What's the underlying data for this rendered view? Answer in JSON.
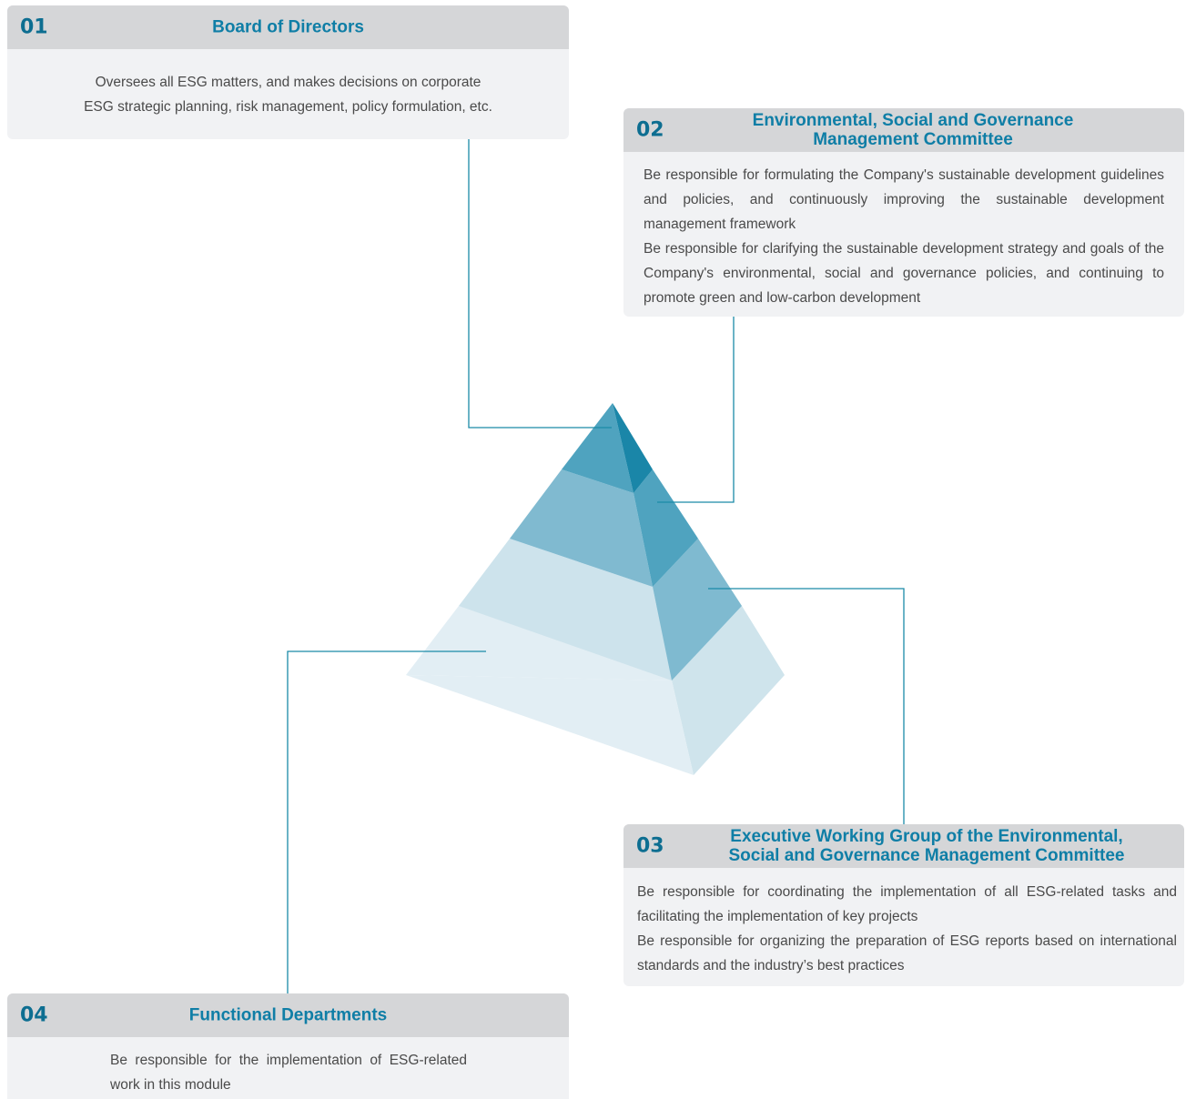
{
  "colors": {
    "accent": "#0f7ea6",
    "header_bg": "#d5d6d8",
    "card_bg": "#f1f2f4",
    "connector": "#1b8aa8"
  },
  "cards": {
    "board": {
      "num": "01",
      "title_lines": [
        "Board of Directors"
      ],
      "body": [
        "Oversees all ESG matters, and makes decisions on corporate",
        "ESG strategic planning, risk management, policy formulation, etc."
      ]
    },
    "committee": {
      "num": "02",
      "title_lines": [
        "Environmental, Social and Governance",
        "Management Committee"
      ],
      "body": [
        "Be responsible for formulating the Company's sustainable development guidelines and policies, and continuously improving the sustainable development management framework",
        "Be responsible for clarifying the sustainable development strategy and goals of the Company's environmental, social and governance policies, and continuing to promote green and low-carbon development"
      ]
    },
    "working_group": {
      "num": "03",
      "title_lines": [
        "Executive Working Group of the Environmental,",
        "Social and Governance Management Committee"
      ],
      "body": [
        "Be responsible for coordinating the implementation of all ESG-related tasks and facilitating the implementation of key projects",
        "Be responsible for organizing the preparation of ESG reports based on international standards and the industry’s best practices"
      ]
    },
    "departments": {
      "num": "04",
      "title_lines": [
        "Functional Departments"
      ],
      "body": [
        "Be responsible for the implementation of ESG-related work in this module"
      ]
    }
  }
}
